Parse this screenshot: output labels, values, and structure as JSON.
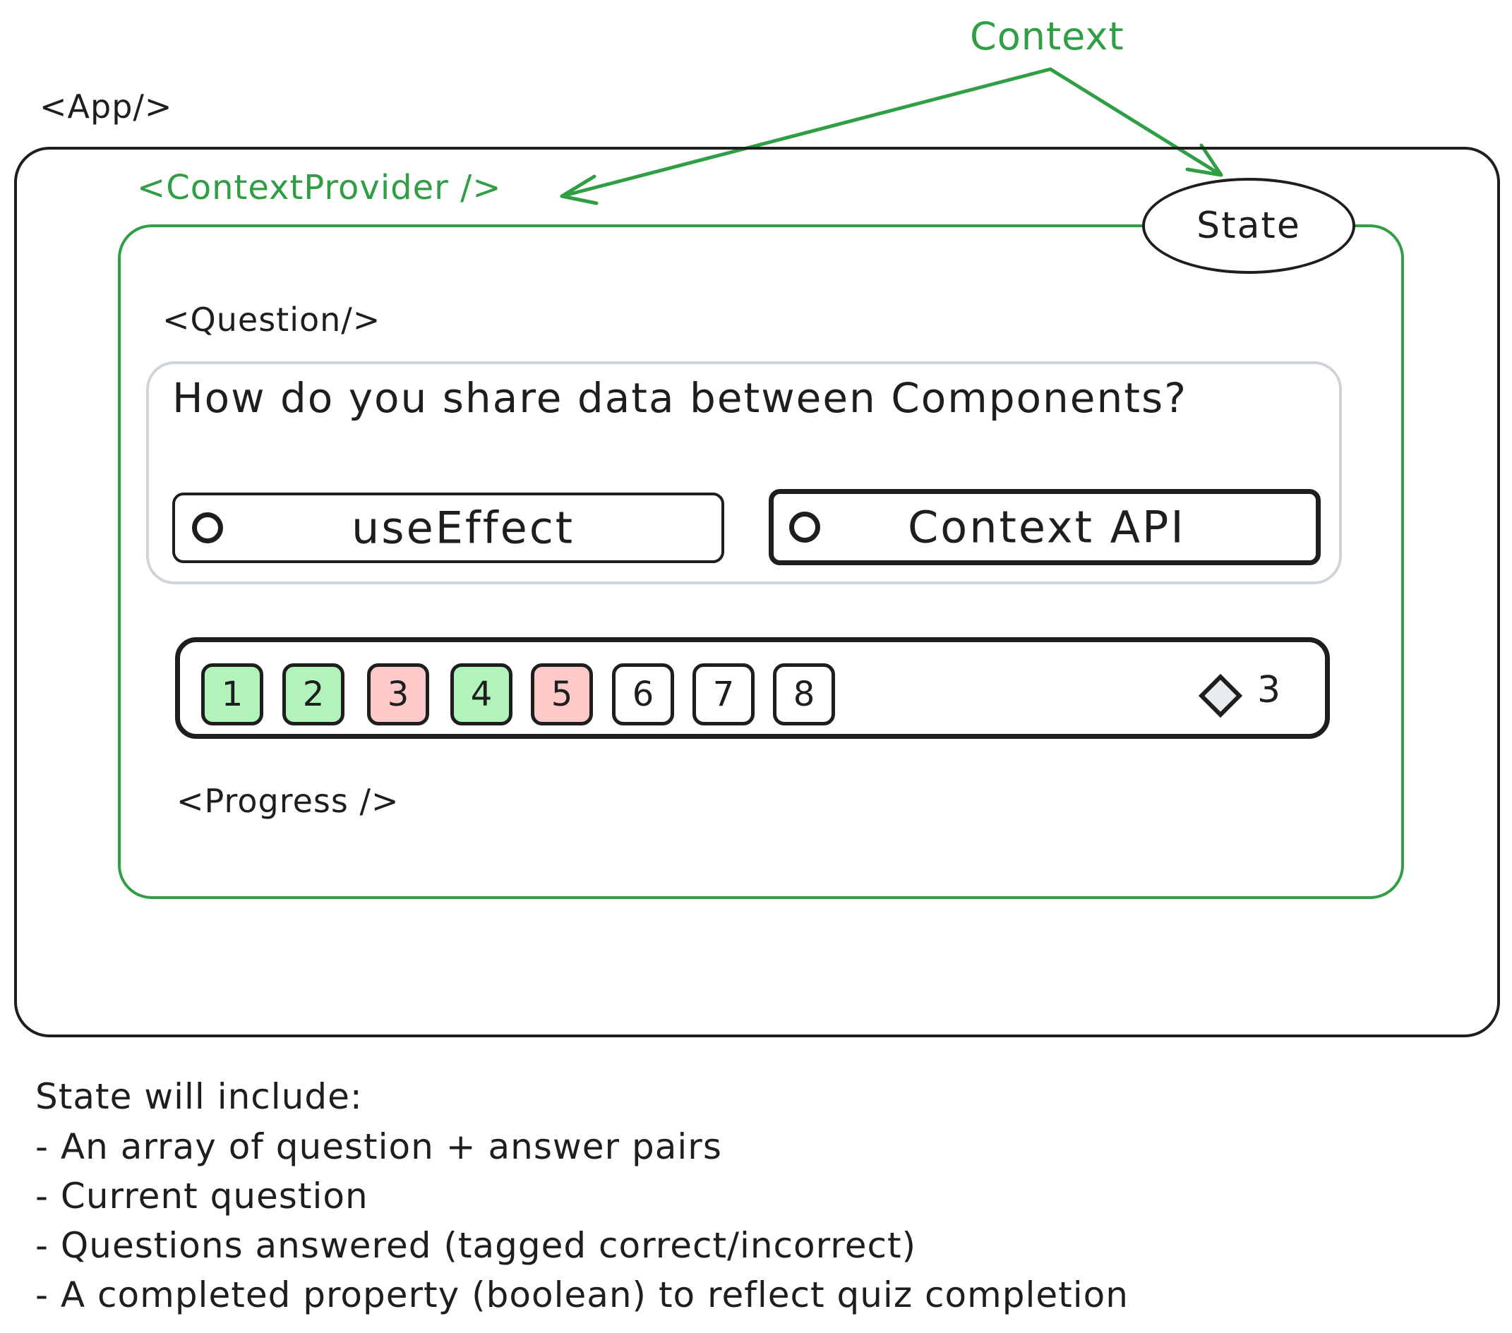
{
  "labels": {
    "context": "Context",
    "app": "<App/>",
    "context_provider": "<ContextProvider />",
    "state": "State",
    "question": "<Question/>",
    "progress": "<Progress />"
  },
  "question_card": {
    "text": "How do you share data between Components?",
    "options": [
      "useEffect",
      "Context API"
    ]
  },
  "progress": {
    "steps": [
      {
        "label": "1",
        "status": "correct"
      },
      {
        "label": "2",
        "status": "correct"
      },
      {
        "label": "3",
        "status": "incorrect"
      },
      {
        "label": "4",
        "status": "correct"
      },
      {
        "label": "5",
        "status": "incorrect"
      },
      {
        "label": "6",
        "status": "unanswered"
      },
      {
        "label": "7",
        "status": "unanswered"
      },
      {
        "label": "8",
        "status": "unanswered"
      }
    ],
    "score": "3",
    "score_icon": "diamond-icon"
  },
  "notes": {
    "title": "State will include:",
    "items": [
      "- An array of question + answer pairs",
      "- Current question",
      "- Questions answered (tagged correct/incorrect)",
      "- A completed property (boolean) to reflect quiz completion"
    ]
  },
  "colors": {
    "green": "#2f9e44",
    "correct": "#b2f2bb",
    "incorrect": "#ffc9c9",
    "unanswered": "#ffffff",
    "stroke": "#1e1e1e",
    "card_border": "#ced4da"
  }
}
